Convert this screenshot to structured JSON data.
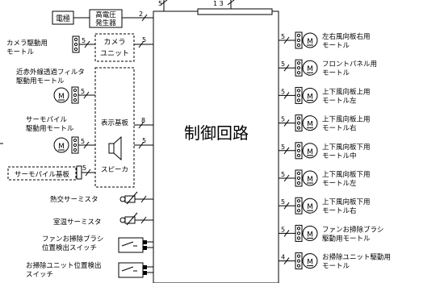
{
  "controller": {
    "label": "制御回路",
    "top_pins": [
      "5",
      "1 3"
    ]
  },
  "left": {
    "power": "電極",
    "hv_gen": [
      "高電圧",
      "発生器"
    ],
    "hv_pins": "2",
    "camera_motor": {
      "label": [
        "カメラ駆動用",
        "モートル"
      ],
      "motor_symbol": "M",
      "pins": "5"
    },
    "camera_unit": {
      "label": [
        "カメラ",
        "ユニット"
      ],
      "pins": "5"
    },
    "nir_motor": {
      "label": [
        "近赤外線透過フィルタ",
        "駆動用モートル"
      ],
      "motor_symbol": "M",
      "pins": "5"
    },
    "display_board": {
      "label": "表示基板",
      "pins": "8"
    },
    "thermopile_motor": {
      "label": [
        "サーモパイル",
        "駆動用モートル"
      ],
      "motor_symbol": "M",
      "pins": "5"
    },
    "speaker": {
      "label": "スピーカ",
      "pins": "5"
    },
    "thermopile_board": "サーモパイル基板",
    "heat_exchanger_thermistor": "熱交サーミスタ",
    "room_thermistor": "室温サーミスタ",
    "fan_brush_switch": [
      "ファンお掃除ブラシ",
      "位置検出スイッチ"
    ],
    "cleaning_unit_switch": [
      "お掃除ユニット位置検出",
      "スイッチ"
    ]
  },
  "right": {
    "motor_symbol": "M",
    "items": [
      {
        "pins": "5",
        "label": [
          "左右風向板右用",
          "モートル"
        ]
      },
      {
        "pins": "5",
        "label": [
          "フロントパネル用",
          "モートル"
        ]
      },
      {
        "pins": "5",
        "label": [
          "上下風向板上用",
          "モートル左"
        ]
      },
      {
        "pins": "5",
        "label": [
          "上下風向板上用",
          "モートル右"
        ]
      },
      {
        "pins": "5",
        "label": [
          "上下風向板下用",
          "モートル中"
        ]
      },
      {
        "pins": "5",
        "label": [
          "上下風向板下用",
          "モートル左"
        ]
      },
      {
        "pins": "5",
        "label": [
          "上下風向板下用",
          "モートル右"
        ]
      },
      {
        "pins": "5",
        "label": [
          "ファンお掃除ブラシ",
          "駆動用モートル"
        ]
      },
      {
        "pins": "4",
        "label": [
          "お掃除ユニット駆動用",
          "モートル"
        ]
      }
    ]
  }
}
